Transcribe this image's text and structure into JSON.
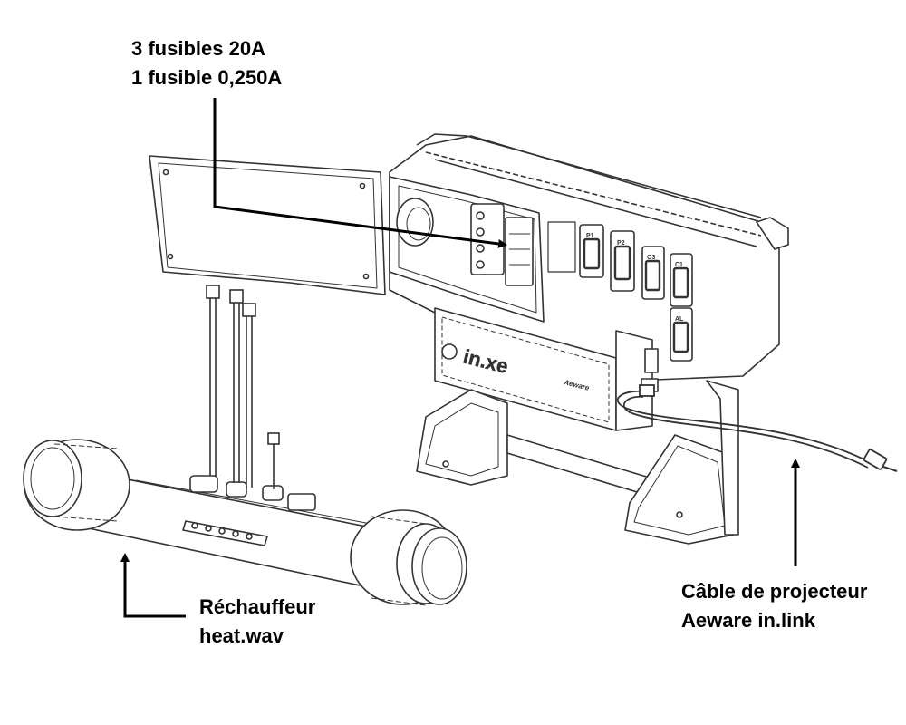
{
  "callouts": {
    "fuses": {
      "line1": "3 fusibles 20A",
      "line2": "1 fusible 0,250A"
    },
    "heater": {
      "line1": "Réchauffeur",
      "line2": "heat.wav"
    },
    "cable": {
      "line1": "Câble de projecteur",
      "line2": "Aeware in.link"
    }
  },
  "device": {
    "brand": "in.xe",
    "sub_brand": "Aeware",
    "outlet_labels": [
      "P1",
      "P2",
      "O3",
      "C1",
      "AL"
    ]
  }
}
